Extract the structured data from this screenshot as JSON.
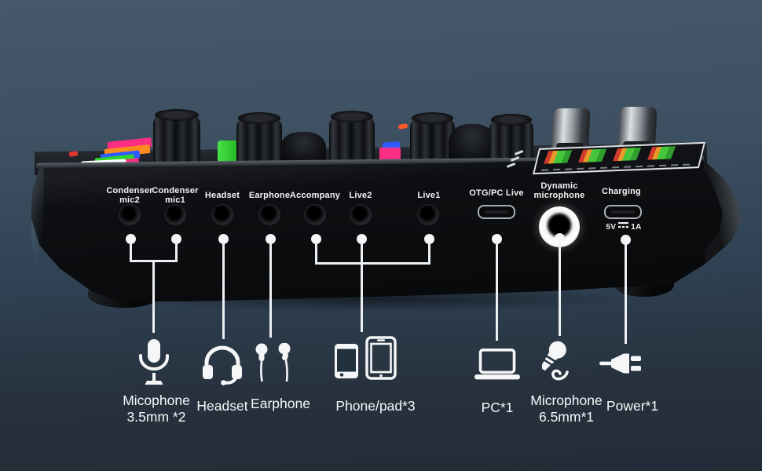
{
  "device": {
    "ports": [
      {
        "name": "condenser-mic2",
        "label_line1": "Condenser",
        "label_line2": "mic2",
        "connector": "3.5mm-jack"
      },
      {
        "name": "condenser-mic1",
        "label_line1": "Condenser",
        "label_line2": "mic1",
        "connector": "3.5mm-jack"
      },
      {
        "name": "headset",
        "label_line1": "Headset",
        "connector": "3.5mm-jack"
      },
      {
        "name": "earphone",
        "label_line1": "Earphone",
        "connector": "3.5mm-jack"
      },
      {
        "name": "accompany",
        "label_line1": "Accompany",
        "connector": "3.5mm-jack"
      },
      {
        "name": "live2",
        "label_line1": "Live2",
        "connector": "3.5mm-jack"
      },
      {
        "name": "live1",
        "label_line1": "Live1",
        "connector": "3.5mm-jack"
      },
      {
        "name": "otg-pc-live",
        "label_line1": "OTG/PC Live",
        "connector": "usb-c"
      },
      {
        "name": "dynamic-microphone",
        "label_line1": "Dynamic",
        "label_line2": "microphone",
        "connector": "6.5mm-jack"
      },
      {
        "name": "charging",
        "label_line1": "Charging",
        "connector": "usb-c",
        "spec_voltage": "5V",
        "spec_current": "1A"
      }
    ]
  },
  "legend": {
    "items": [
      {
        "name": "microphone-3.5mm",
        "label_line1": "Micophone",
        "label_line2": "3.5mm *2"
      },
      {
        "name": "headset",
        "label_line1": "Headset"
      },
      {
        "name": "earphone",
        "label_line1": "Earphone"
      },
      {
        "name": "phone-pad",
        "label_line1": "Phone/pad*3"
      },
      {
        "name": "pc",
        "label_line1": "PC*1"
      },
      {
        "name": "microphone-6.5mm",
        "label_line1": "Microphone",
        "label_line2": "6.5mm*1"
      },
      {
        "name": "power",
        "label_line1": "Power*1"
      }
    ]
  },
  "colors": {
    "background_top": "#46586a",
    "background_bottom": "#222c37",
    "callout_line": "#edf0f2",
    "meter_red": "#d23a2c",
    "meter_yellow": "#e89a28",
    "meter_green": "#45c63c"
  }
}
